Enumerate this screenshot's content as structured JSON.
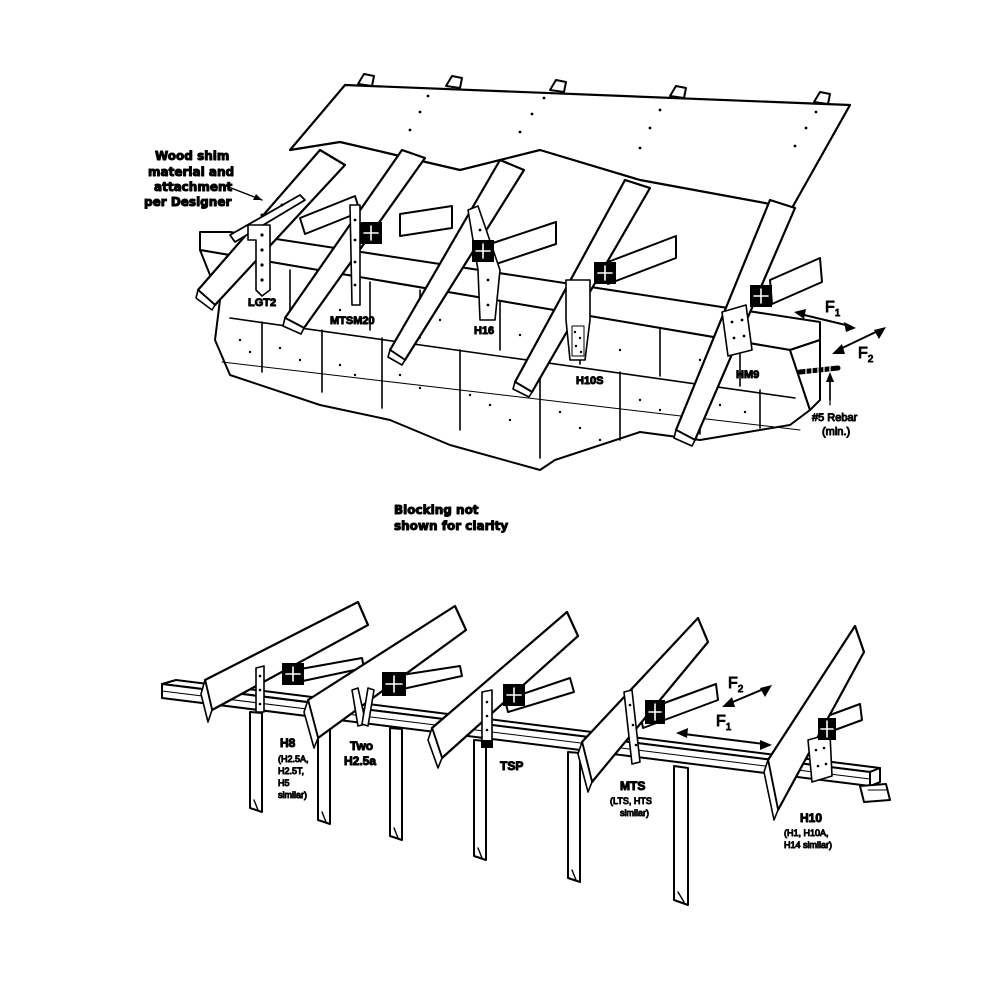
{
  "top": {
    "note_lines": [
      "Wood shim",
      "material and",
      "attachment",
      "per Designer"
    ],
    "connectors": [
      "LGT2",
      "MTSM20",
      "H16",
      "H10S",
      "HM9"
    ],
    "rebar_lines": [
      "#5 Rebar",
      "(min.)"
    ],
    "force1": "F",
    "force1_sub": "1",
    "force2": "F",
    "force2_sub": "2"
  },
  "middle": {
    "lines": [
      "Blocking not",
      "shown for clarity"
    ]
  },
  "bottom": {
    "h8": {
      "label": "H8",
      "notes": [
        "(H2.5A,",
        "H2.5T,",
        "H5",
        "similar)"
      ]
    },
    "two": {
      "lines": [
        "Two",
        "H2.5a"
      ]
    },
    "tsp": {
      "label": "TSP"
    },
    "mts": {
      "label": "MTS",
      "notes": [
        "(LTS, HTS",
        "similar)"
      ]
    },
    "h10": {
      "label": "H10",
      "notes": [
        "(H1, H10A,",
        "H14 similar)"
      ]
    },
    "force1": "F",
    "force1_sub": "1",
    "force2": "F",
    "force2_sub": "2"
  },
  "colors": {
    "ink": "#000000",
    "paper": "#ffffff"
  }
}
